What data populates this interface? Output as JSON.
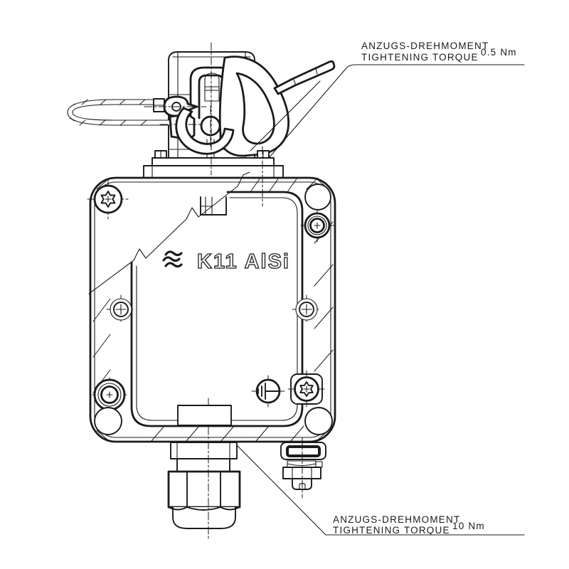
{
  "colors": {
    "line": "#1b1b1b",
    "background": "#ffffff"
  },
  "device_label": {
    "logo_icon": "manufacturer-logo",
    "text": "K11 AlSi"
  },
  "icons": {
    "ground": "earth-ground-symbol",
    "screws": "torx-screw"
  },
  "annotations": {
    "top_torque": {
      "line1": "ANZUGS-DREHMOMENT",
      "line2": "TIGHTENING TORQUE",
      "value": "0.5 Nm"
    },
    "bottom_torque": {
      "line1": "ANZUGS-DREHMOMENT",
      "line2": "TIGHTENING TORQUE",
      "value": "10 Nm"
    }
  }
}
